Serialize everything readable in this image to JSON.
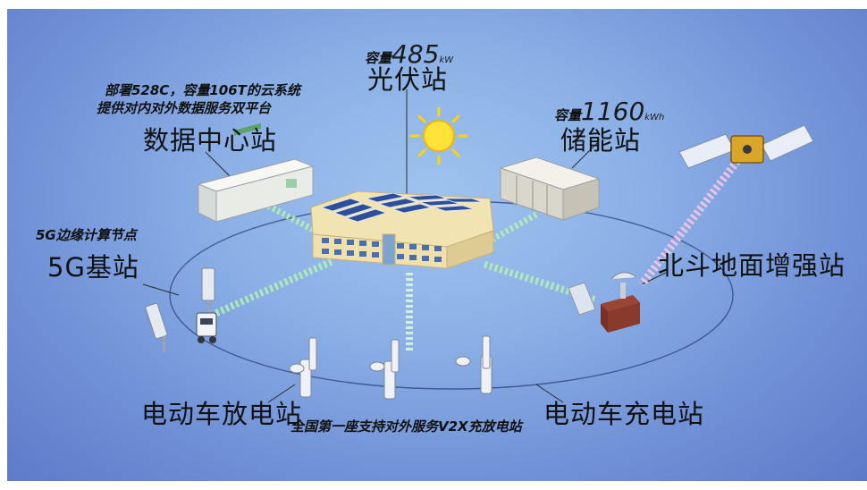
{
  "labels": {
    "pv_capacity_prefix": "容量",
    "pv_capacity_number": "485",
    "pv_capacity_unit": "kW",
    "pv_station": "光伏站",
    "datacenter_desc_line1": "部署528C，容量106T的云系统",
    "datacenter_desc_line2": "提供对内对外数据服务双平台",
    "datacenter_station": "数据中心站",
    "storage_capacity_prefix": "容量",
    "storage_capacity_number": "1160",
    "storage_capacity_unit": "kWh",
    "storage_station": "储能站",
    "base_station_desc": "5G边缘计算节点",
    "base_station": "5G基站",
    "beidou_station": "北斗地面增强站",
    "discharge_station": "电动车放电站",
    "charge_station": "电动车充电站",
    "footer_caption": "全国第一座支持对外服务V2X充放电站"
  },
  "colors": {
    "background_center": "#9fc3ee",
    "background_edge": "#5c79c8",
    "beam_green": "#b6f0b0",
    "beam_pink": "#f3c6e6",
    "sun": "#ffe23a"
  }
}
